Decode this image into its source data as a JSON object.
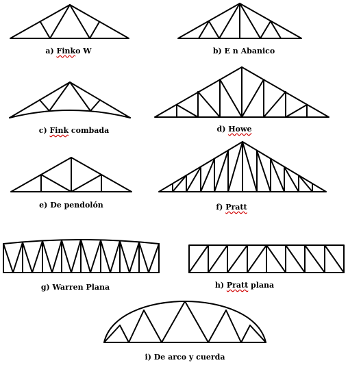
{
  "captions": {
    "a_prefix": "a) ",
    "a_word": "Fink",
    "a_rest": "o W",
    "b": "b) E n Abanico",
    "c_prefix": "c) ",
    "c_word": "Fink",
    "c_rest": " combada",
    "d_prefix": "d) ",
    "d_word": "Howe",
    "e": "e) De pendolón",
    "f_prefix": "f) ",
    "f_word": "Pratt",
    "g": "g) Warren Plana",
    "h_prefix": "h) ",
    "h_word": "Pratt",
    "h_rest": " plana",
    "i": "i) De arco y cuerda"
  },
  "colors": {
    "line": "#000000",
    "spellcheck": "#d00000",
    "background": "#ffffff"
  }
}
